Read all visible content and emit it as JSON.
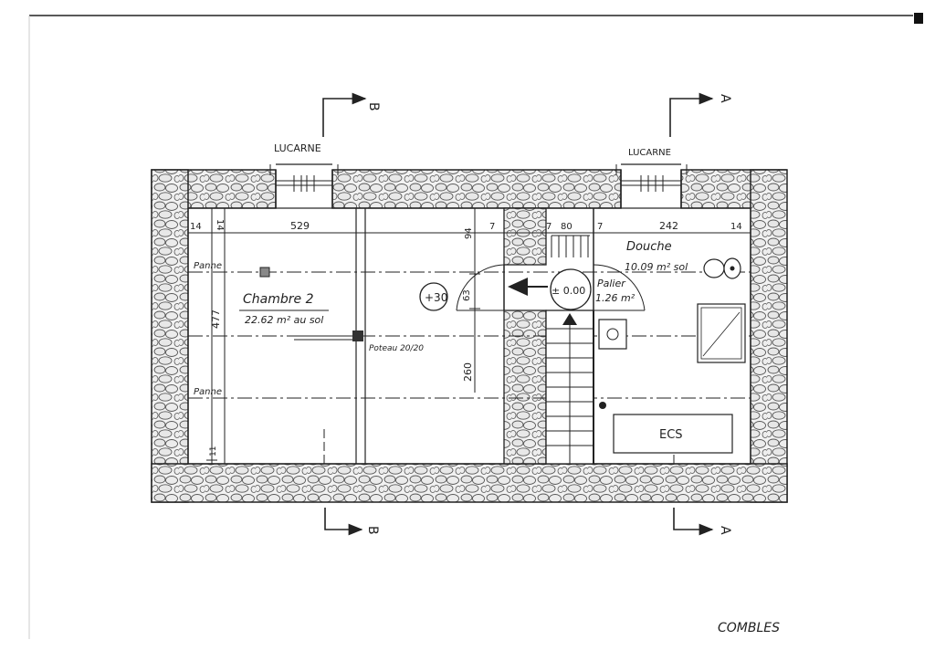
{
  "section_markers": {
    "top_left": "B",
    "top_right": "A",
    "bottom_left": "B",
    "bottom_right": "A"
  },
  "lucarne_left": "LUCARNE",
  "lucarne_right": "LUCARNE",
  "dimensions": {
    "top_14_left": "14",
    "top_14_vert": "14",
    "top_529": "529",
    "top_94": "94",
    "top_7a": "7",
    "top_7b": "7",
    "top_80": "80",
    "top_7c": "7",
    "top_242": "242",
    "top_14_right": "14",
    "left_477": "477",
    "left_11": "11",
    "mid_63": "63",
    "mid_260": "260"
  },
  "rooms": {
    "chambre_name": "Chambre 2",
    "chambre_area": "22.62 m² au sol",
    "douche_name": "Douche",
    "douche_area": "10.09 m² sol",
    "palier_name": "Palier",
    "palier_area": "1.26 m²",
    "palier_level": "± 0.00",
    "chambre_level": "+30",
    "ecs_label": "ECS"
  },
  "structure": {
    "panne_top": "Panne",
    "panne_bottom": "Panne",
    "poteau": "Poteau 20/20"
  },
  "title": "COMBLES",
  "colors": {
    "ink": "#222222",
    "stone": "#9a9a9a",
    "paper": "#ffffff"
  }
}
